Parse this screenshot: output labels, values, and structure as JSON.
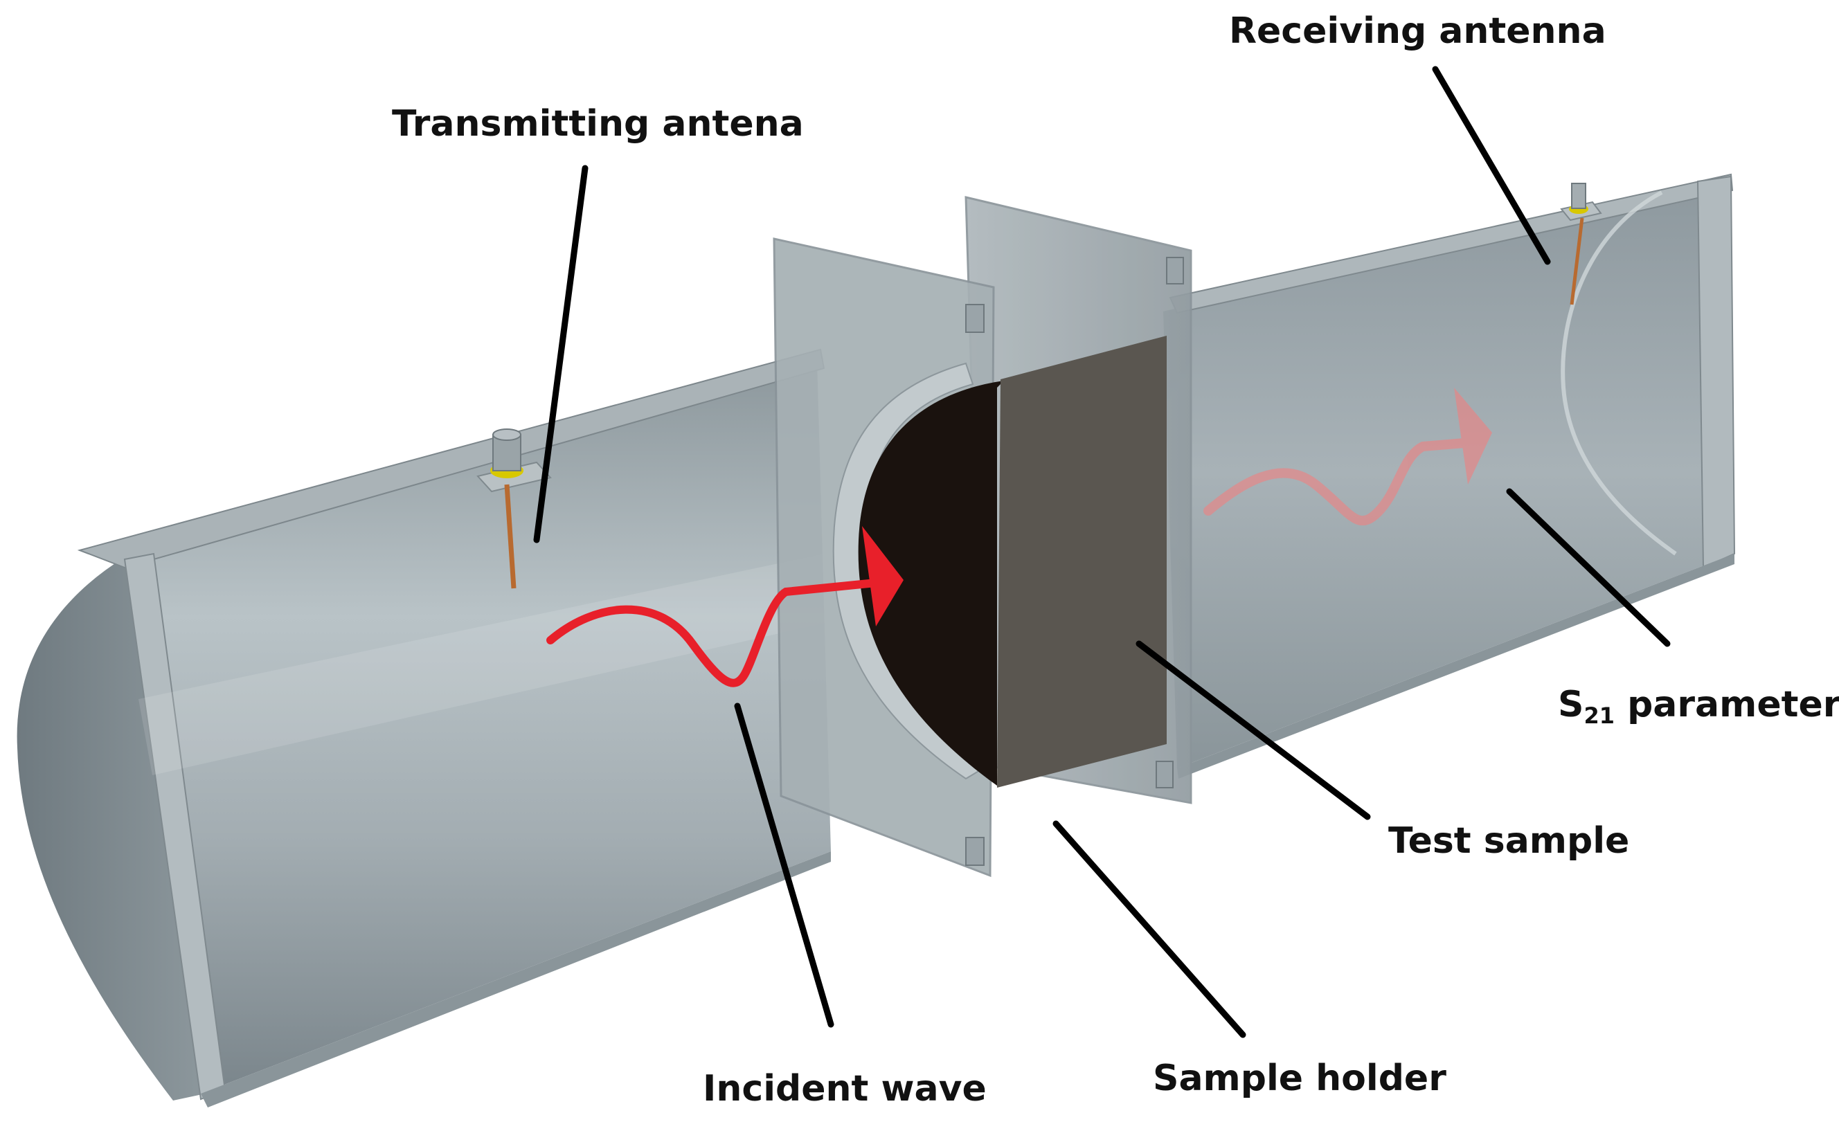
{
  "labels": {
    "transmitting_antenna": "Transmitting antena",
    "receiving_antenna": "Receiving antenna",
    "s21_symbol": "S",
    "s21_subscript": "21",
    "s21_suffix": " parameter",
    "test_sample": "Test sample",
    "incident_wave": "Incident wave",
    "sample_holder": "Sample holder"
  },
  "colors": {
    "waveguide": "#9aa5aa",
    "waveguide_dark": "#6f7a80",
    "sample_front": "#5a5650",
    "sample_side": "#1a120e",
    "incident_wave": "#e8202a",
    "transmitted_wave": "#f08080",
    "antenna_yellow": "#d8c800",
    "antenna_probe": "#b86a30",
    "leader_line": "#000000"
  }
}
